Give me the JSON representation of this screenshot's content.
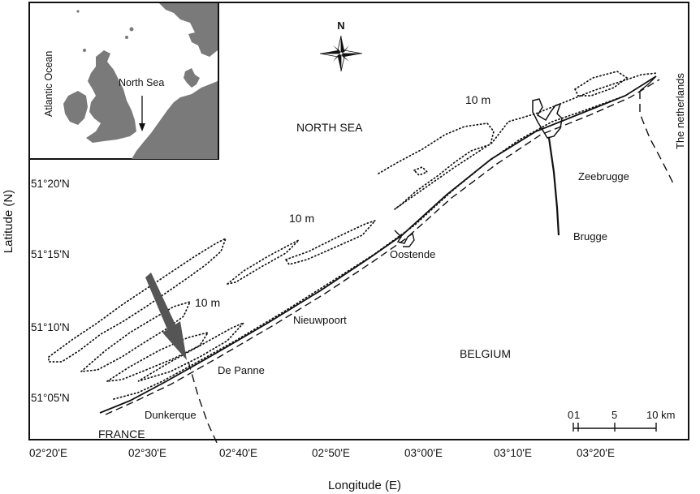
{
  "axes": {
    "x_title": "Longitude (E)",
    "y_title": "Latitude (N)",
    "x_ticks": [
      "02°20'E",
      "02°30'E",
      "02°40'E",
      "02°50'E",
      "03°00'E",
      "03°10'E",
      "03°20'E"
    ],
    "y_ticks": [
      "51°20'N",
      "51°15'N",
      "51°10'N",
      "51°05'N"
    ]
  },
  "labels": {
    "north_sea": "NORTH SEA",
    "belgium": "BELGIUM",
    "france": "FRANCE",
    "netherlands": "The netherlands",
    "depth_1": "10 m",
    "depth_2": "10 m",
    "depth_3": "10 m",
    "places": {
      "zeebrugge": "Zeebrugge",
      "brugge": "Brugge",
      "oostende": "Oostende",
      "nieuwpoort": "Nieuwpoort",
      "de_panne": "De Panne",
      "dunkerque": "Dunkerque"
    }
  },
  "compass": {
    "north": "N"
  },
  "scale_bar": {
    "labels": [
      "0",
      "1",
      "5",
      "10 km"
    ]
  },
  "inset": {
    "atlantic": "Atlantic Ocean",
    "north_sea": "North Sea"
  },
  "colors": {
    "land": "#7a7a7a",
    "ink": "#111111",
    "arrow": "#555555"
  }
}
